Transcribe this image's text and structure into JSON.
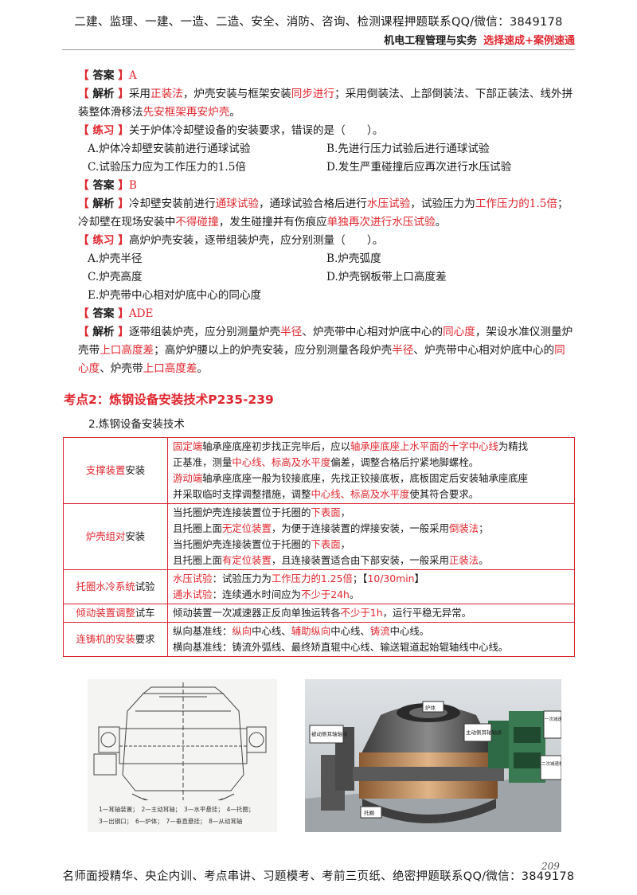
{
  "header": {
    "banner": "二建、监理、一建、一造、二造、安全、消防、咨询、检测课程押题联系QQ/微信：3849178",
    "course": "机电工程管理与实务",
    "series": "选择速成+案例速通"
  },
  "q1": {
    "answer_label": "答案",
    "answer_value": "A",
    "analysis_label": "解析",
    "analysis": [
      {
        "t": "采用",
        "c": ""
      },
      {
        "t": "正装法",
        "c": "red"
      },
      {
        "t": "，炉壳安装与框架安装",
        "c": ""
      },
      {
        "t": "同步进行",
        "c": "red"
      },
      {
        "t": "；采用倒装法、上部倒装法、下部正装法、线外拼装整体滑移法",
        "c": ""
      },
      {
        "t": "先安框架再安炉壳",
        "c": "red"
      },
      {
        "t": "。",
        "c": ""
      }
    ]
  },
  "q2": {
    "practice_label": "练习",
    "question": "关于炉体冷却壁设备的安装要求，错误的是（　　）。",
    "options": [
      "A.炉体冷却壁安装前进行通球试验",
      "B.先进行压力试验后进行通球试验",
      "C.试验压力应为工作压力的1.5倍",
      "D.发生严重碰撞后应再次进行水压试验"
    ],
    "answer_label": "答案",
    "answer_value": "B",
    "analysis_label": "解析",
    "analysis": [
      {
        "t": "冷却壁安装前进行",
        "c": ""
      },
      {
        "t": "通球试验",
        "c": "red"
      },
      {
        "t": "，通球试验合格后进行",
        "c": ""
      },
      {
        "t": "水压试验",
        "c": "red"
      },
      {
        "t": "，试验压力为",
        "c": ""
      },
      {
        "t": "工作压力的1.5倍",
        "c": "red"
      },
      {
        "t": "；冷却壁在现场安装中",
        "c": ""
      },
      {
        "t": "不得碰撞",
        "c": "red"
      },
      {
        "t": "，发生碰撞并有伤痕应",
        "c": ""
      },
      {
        "t": "单独再次进行水压试验",
        "c": "red"
      },
      {
        "t": "。",
        "c": ""
      }
    ]
  },
  "q3": {
    "practice_label": "练习",
    "question": "高炉炉壳安装，逐带组装炉壳，应分别测量（　　）。",
    "options": [
      "A.炉壳半径",
      "B.炉壳弧度",
      "C.炉壳高度",
      "D.炉壳钢板带上口高度差"
    ],
    "option_e": "E.炉壳带中心相对炉底中心的同心度",
    "answer_label": "答案",
    "answer_value": "ADE",
    "analysis_label": "解析",
    "analysis": [
      {
        "t": "逐带组装炉壳，应分别测量炉壳",
        "c": ""
      },
      {
        "t": "半径",
        "c": "red"
      },
      {
        "t": "、炉壳带中心相对炉底中心的",
        "c": ""
      },
      {
        "t": "同心度",
        "c": "red"
      },
      {
        "t": "，架设水准仪测量炉壳带",
        "c": ""
      },
      {
        "t": "上口高度差",
        "c": "red"
      },
      {
        "t": "；高炉炉腰以上的炉壳安装，应分别测量各段炉壳",
        "c": ""
      },
      {
        "t": "半径",
        "c": "red"
      },
      {
        "t": "、炉壳带中心相对炉底中心的",
        "c": ""
      },
      {
        "t": "同心度",
        "c": "red"
      },
      {
        "t": "、炉壳带",
        "c": ""
      },
      {
        "t": "上口高度差",
        "c": "red"
      },
      {
        "t": "。",
        "c": ""
      }
    ]
  },
  "section": {
    "title": "考点2：炼钢设备安装技术P235-239",
    "subtitle": "2.炼钢设备安装技术"
  },
  "table": {
    "rows": [
      {
        "left": [
          {
            "t": "支撑装置",
            "c": "red"
          },
          {
            "t": "安装",
            "c": ""
          }
        ],
        "lines": [
          [
            {
              "t": "固定端",
              "c": "red"
            },
            {
              "t": "轴承座底座初步找正完毕后，应以",
              "c": ""
            },
            {
              "t": "轴承座底座上水平面的十字中心线",
              "c": "red"
            },
            {
              "t": "为精找",
              "c": ""
            }
          ],
          [
            {
              "t": "正基准，测量",
              "c": ""
            },
            {
              "t": "中心线、标高及水平度",
              "c": "red"
            },
            {
              "t": "偏差，调整合格后拧紧地脚螺栓。",
              "c": ""
            }
          ],
          [
            {
              "t": "游动端",
              "c": "red"
            },
            {
              "t": "轴承座底座一般为铰接底座，先找正铰接底板，底板固定后安装轴承座底座",
              "c": ""
            }
          ],
          [
            {
              "t": "并采取临时支撑调整措施，调整",
              "c": ""
            },
            {
              "t": "中心线、标高及水平度",
              "c": "red"
            },
            {
              "t": "使其符合要求。",
              "c": ""
            }
          ]
        ]
      },
      {
        "left": [
          {
            "t": "炉壳组对",
            "c": "red"
          },
          {
            "t": "安装",
            "c": ""
          }
        ],
        "lines": [
          [
            {
              "t": "当托圈炉壳连接装置位于托圈的",
              "c": ""
            },
            {
              "t": "下表面",
              "c": "red"
            },
            {
              "t": "，",
              "c": ""
            }
          ],
          [
            {
              "t": "且托圈上面",
              "c": ""
            },
            {
              "t": "无定位装置",
              "c": "red"
            },
            {
              "t": "，为便于连接装置的焊接安装，一般采用",
              "c": ""
            },
            {
              "t": "倒装法",
              "c": "red"
            },
            {
              "t": "；",
              "c": ""
            }
          ],
          [
            {
              "t": "当托圈炉壳连接装置位于托圈的",
              "c": ""
            },
            {
              "t": "下表面",
              "c": "red"
            },
            {
              "t": "，",
              "c": ""
            }
          ],
          [
            {
              "t": "且托圈上面",
              "c": ""
            },
            {
              "t": "有定位装置",
              "c": "red"
            },
            {
              "t": "，且连接装置适合由下部安装，一般采用",
              "c": ""
            },
            {
              "t": "正装法",
              "c": "red"
            },
            {
              "t": "。",
              "c": ""
            }
          ]
        ]
      },
      {
        "left": [
          {
            "t": "托圈水冷系统",
            "c": "red"
          },
          {
            "t": "试验",
            "c": ""
          }
        ],
        "lines": [
          [
            {
              "t": "水压试验",
              "c": "red"
            },
            {
              "t": "：试验压力为",
              "c": ""
            },
            {
              "t": "工作压力的1.25倍",
              "c": "red"
            },
            {
              "t": "；【",
              "c": ""
            },
            {
              "t": "10/30min",
              "c": "red"
            },
            {
              "t": "】",
              "c": ""
            }
          ],
          [
            {
              "t": "通水试验",
              "c": "red"
            },
            {
              "t": "：连续通水时间应为",
              "c": ""
            },
            {
              "t": "不少于24h",
              "c": "red"
            },
            {
              "t": "。",
              "c": ""
            }
          ]
        ]
      },
      {
        "left": [
          {
            "t": "倾动装置调整",
            "c": "red"
          },
          {
            "t": "试车",
            "c": ""
          }
        ],
        "lines": [
          [
            {
              "t": "倾动装置一次减速器正反向单独运转各",
              "c": ""
            },
            {
              "t": "不少于1h",
              "c": "red"
            },
            {
              "t": "，运行平稳无异常。",
              "c": ""
            }
          ]
        ]
      },
      {
        "left": [
          {
            "t": "连铸机的安装",
            "c": "red"
          },
          {
            "t": "要求",
            "c": ""
          }
        ],
        "lines": [
          [
            {
              "t": "纵向基准线：",
              "c": ""
            },
            {
              "t": "纵向",
              "c": "red"
            },
            {
              "t": "中心线、",
              "c": ""
            },
            {
              "t": "辅助纵向",
              "c": "red"
            },
            {
              "t": "中心线、",
              "c": ""
            },
            {
              "t": "铸流",
              "c": "red"
            },
            {
              "t": "中心线。",
              "c": ""
            }
          ],
          [
            {
              "t": "横向基准线：铸流外弧线、最终矫直辊中心线、输送辊道起始辊轴线中心线。",
              "c": ""
            }
          ]
        ]
      }
    ]
  },
  "figure_left": {
    "caption_line1": "1—耳轴装置；　2—主动耳轴；　3—水平悬挂；　4—托圈；",
    "caption_line2": "3—出钢口；　6—炉体；　7—垂直悬挂；　8—从动耳轴"
  },
  "figure_right": {
    "labels": [
      "炉体",
      "被动侧耳轴轴承",
      "主动侧耳轴轴承",
      "一次减速机",
      "二次减速机",
      "托圈"
    ]
  },
  "footer": {
    "page_number": "209",
    "banner": "名师面授精华、央企内训、考点串讲、习题模考、考前三页纸、绝密押题联系QQ/微信：3849178"
  }
}
